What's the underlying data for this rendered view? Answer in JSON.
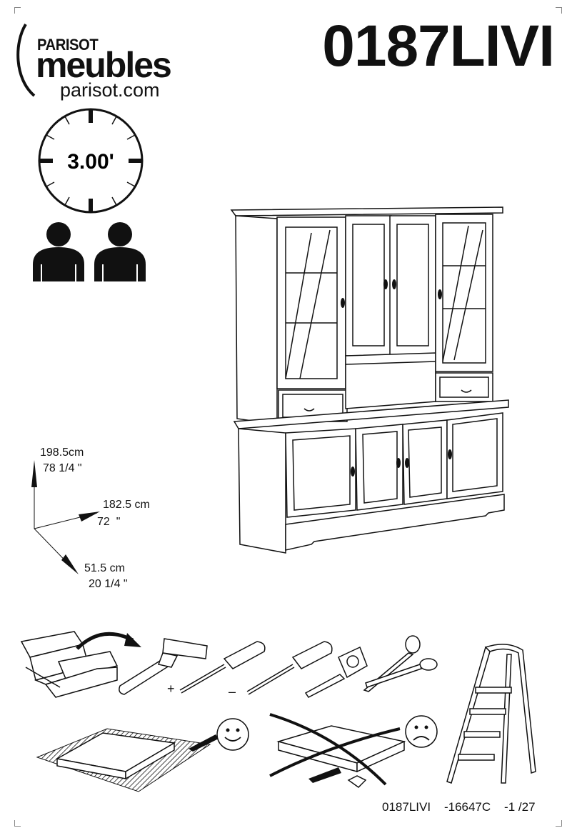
{
  "brand": {
    "top": "PARISOT",
    "main": "meubles",
    "url": "parisot.com"
  },
  "product_code": "0187LIVI",
  "assembly_time": "3.00'",
  "people_required": 2,
  "dimensions": {
    "height_cm": "198.5cm",
    "height_in": "78 1/4 \"",
    "width_cm": "182.5 cm",
    "width_in": "72  \"",
    "depth_cm": "51.5 cm",
    "depth_in": "20 1/4 \""
  },
  "tools": {
    "plus": "+",
    "minus": "–",
    "items": [
      "toolbox-icon",
      "hammer-icon",
      "screwdriver-plus-icon",
      "screwdriver-minus-icon",
      "tape-measure-icon",
      "scissors-icon",
      "stepladder-icon"
    ]
  },
  "footer": {
    "ref": "0187LIVI    -16647C    -1 /27"
  }
}
